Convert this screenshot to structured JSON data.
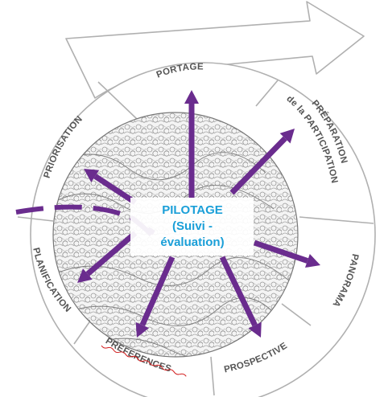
{
  "center": {
    "line1": "PILOTAGE",
    "line2": "(Suivi -",
    "line3": "évaluation)",
    "text_color": "#1a9fd8"
  },
  "segments": {
    "portage": "PORTAGE",
    "preparation_line1": "PRÉPARATION",
    "preparation_line2": "de la PARTICIPATION",
    "panorama": "PANORAMA",
    "prospective": "PROSPECTIVE",
    "preferences": "PREFERENCES",
    "planification": "PLANIFICATION",
    "priorisation": "PRIORISATION"
  },
  "colors": {
    "arrow": "#6a2c8e",
    "ring_stroke": "#b0b0b0",
    "label": "#555555",
    "spellcheck_underline": "#d11a1a"
  },
  "icons": {
    "arrows": "purple-arrow-icon",
    "background": "crowd-illustration"
  }
}
